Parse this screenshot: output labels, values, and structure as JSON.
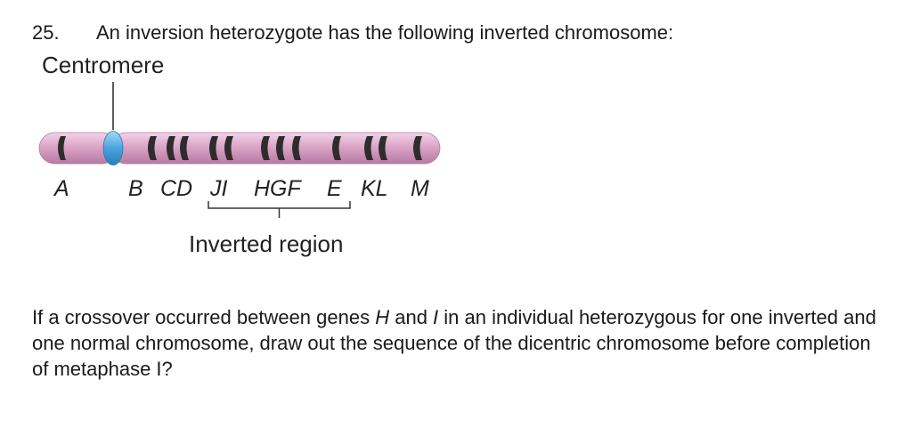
{
  "question": {
    "number": "25.",
    "stem": "An inversion heterozygote has the following inverted chromosome:",
    "followup": {
      "part1": "If a crossover occurred between genes ",
      "gene1": "H",
      "part2": " and ",
      "gene2": "I",
      "part3": " in an individual heterozygous for one inverted and one normal chromosome, draw out the sequence of the dicentric chromosome before completion of metaphase I?"
    }
  },
  "figure": {
    "centromere_label": "Centromere",
    "genes": [
      "A",
      "B",
      "CD",
      "JI",
      "HGF",
      "E",
      "KL",
      "M"
    ],
    "inverted_region_label": "Inverted region",
    "colors": {
      "chromosome": "#d9a3c7",
      "centromere": "#5aaee0",
      "band": "#2a2a2a"
    }
  }
}
